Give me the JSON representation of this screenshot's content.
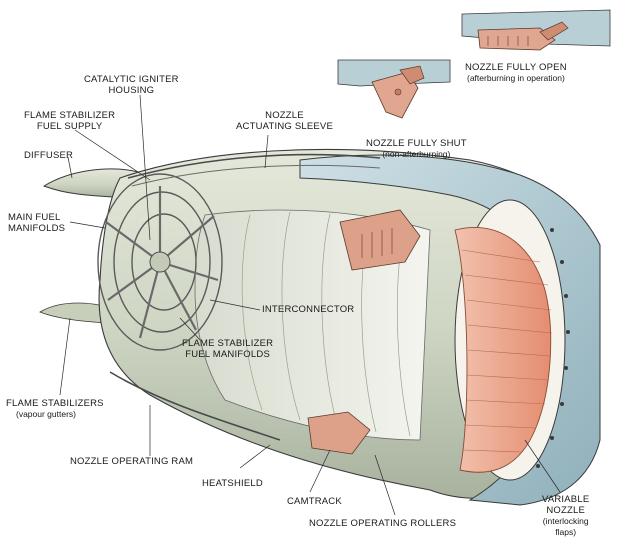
{
  "labels": {
    "nozzle_fully_open": "NOZZLE FULLY OPEN",
    "nozzle_fully_open_note": "(afterburning in operation)",
    "nozzle_fully_shut": "NOZZLE FULLY SHUT",
    "nozzle_fully_shut_note": "(non-afterburning)",
    "catalytic_igniter_1": "CATALYTIC IGNITER",
    "catalytic_igniter_2": "HOUSING",
    "flame_stab_fuel_supply_1": "FLAME STABILIZER",
    "flame_stab_fuel_supply_2": "FUEL SUPPLY",
    "nozzle_actuating_sleeve_1": "NOZZLE",
    "nozzle_actuating_sleeve_2": "ACTUATING SLEEVE",
    "diffuser": "DIFFUSER",
    "main_fuel_manifolds_1": "MAIN FUEL",
    "main_fuel_manifolds_2": "MANIFOLDS",
    "interconnector": "INTERCONNECTOR",
    "flame_stab_fuel_manifolds_1": "FLAME STABILIZER",
    "flame_stab_fuel_manifolds_2": "FUEL MANIFOLDS",
    "flame_stabilizers": "FLAME STABILIZERS",
    "flame_stabilizers_note": "(vapour gutters)",
    "nozzle_operating_ram": "NOZZLE OPERATING RAM",
    "heatshield": "HEATSHIELD",
    "camtrack": "CAMTRACK",
    "nozzle_operating_rollers": "NOZZLE OPERATING ROLLERS",
    "variable_nozzle_1": "VARIABLE",
    "variable_nozzle_2": "NOZZLE",
    "variable_nozzle_note_1": "(interlocking",
    "variable_nozzle_note_2": "flaps)"
  },
  "colors": {
    "casing": "#cfd6c4",
    "casing_dark": "#8f9a8a",
    "shroud": "#a9c4cc",
    "flap_inner": "#e9a48a",
    "mechanism": "#d99a82",
    "line": "#3a3a3a"
  }
}
